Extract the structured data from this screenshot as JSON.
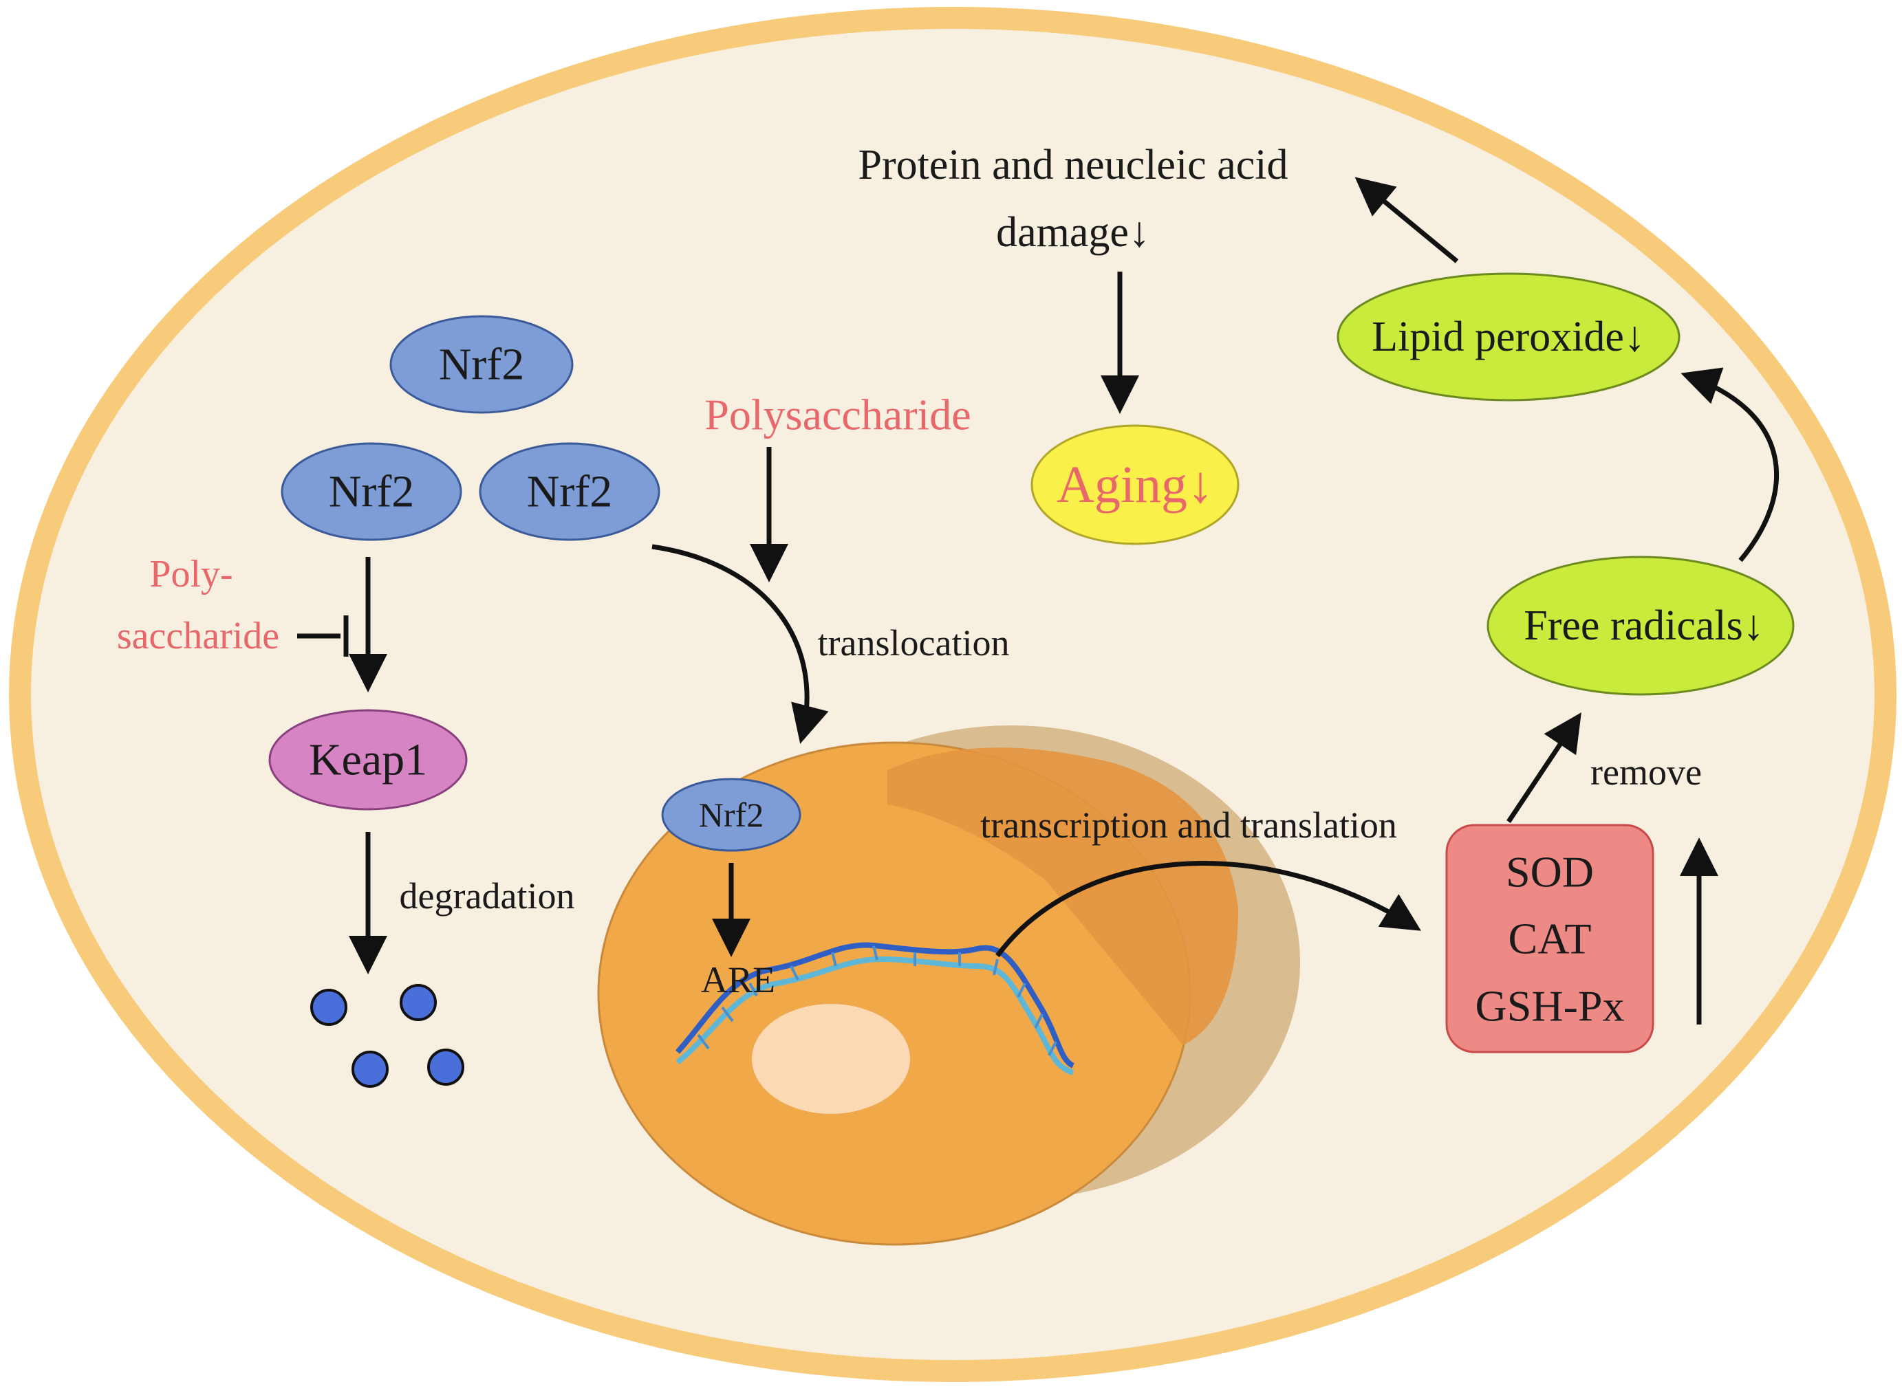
{
  "colors": {
    "cell_membrane": "#F8CB7A",
    "cytoplasm": "#F7EFE0",
    "nucleus": "#F0A848",
    "nucleus_shadow": "#D9BC90",
    "nucleolus": "#FBD9B5",
    "nrf2_fill": "#7E9CD6",
    "keap1_fill": "#D684C3",
    "aging_fill": "#FAF04A",
    "green_fill": "#C8EB3C",
    "enzyme_fill": "#EE8A86",
    "dot_fill": "#4A6FDB",
    "pink_text": "#E8676A",
    "dark_text": "#1A1A1A"
  },
  "labels": {
    "nrf2_top": "Nrf2",
    "nrf2_left": "Nrf2",
    "nrf2_right": "Nrf2",
    "nrf2_nucleus": "Nrf2",
    "keap1": "Keap1",
    "poly_line1": "Poly-",
    "poly_line2": "saccharide",
    "polysaccharide": "Polysaccharide",
    "translocation": "translocation",
    "degradation": "degradation",
    "are": "ARE",
    "transcription": "transcription and translation",
    "sod": "SOD",
    "cat": "CAT",
    "gshpx": "GSH-Px",
    "remove": "remove",
    "free_radicals": "Free radicals↓",
    "lipid_peroxide": "Lipid peroxide↓",
    "damage_line1": "Protein and neucleic acid",
    "damage_line2": "damage↓",
    "aging": "Aging↓"
  }
}
